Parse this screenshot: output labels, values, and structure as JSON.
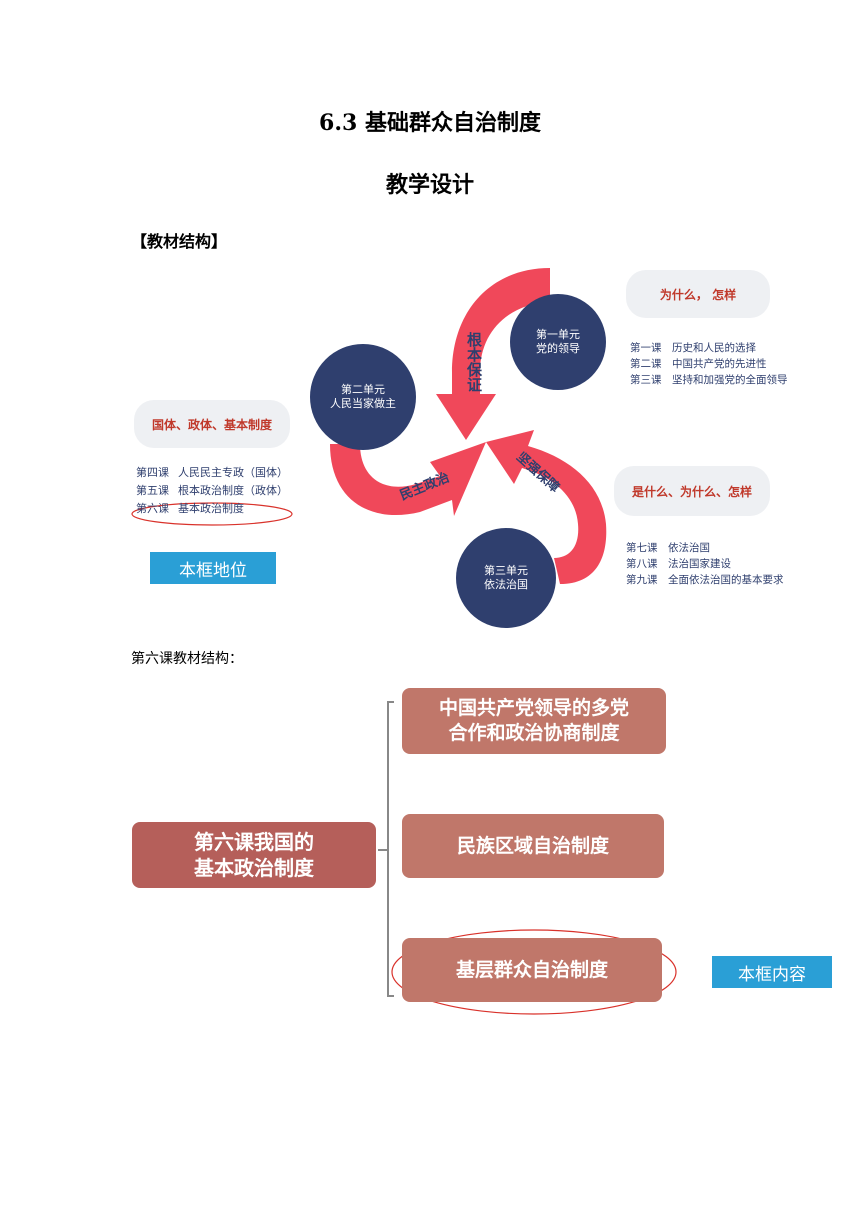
{
  "document": {
    "title": "6.3 基础群众自治制度",
    "subtitle": "教学设计",
    "section_label": "【教材结构】",
    "caption": "第六课教材结构："
  },
  "structure_diagram": {
    "units": [
      {
        "line1": "第一单元",
        "line2": "党的领导"
      },
      {
        "line1": "第二单元",
        "line2": "人民当家做主"
      },
      {
        "line1": "第三单元",
        "line2": "依法治国"
      }
    ],
    "arrows": [
      "根本保证",
      "坚强保障",
      "民主政治"
    ],
    "pills": [
      "为什么， 怎样",
      "国体、政体、基本制度",
      "是什么、为什么、怎样"
    ],
    "unit1_lessons": [
      {
        "code": "第一课",
        "name": "历史和人民的选择"
      },
      {
        "code": "第二课",
        "name": "中国共产党的先进性"
      },
      {
        "code": "第三课",
        "name": "坚持和加强党的全面领导"
      }
    ],
    "unit2_lessons": [
      {
        "code": "第四课",
        "name": "人民民主专政（国体）"
      },
      {
        "code": "第五课",
        "name": "根本政治制度（政体）"
      },
      {
        "code": "第六课",
        "name": "基本政治制度"
      }
    ],
    "unit3_lessons": [
      {
        "code": "第七课",
        "name": "依法治国"
      },
      {
        "code": "第八课",
        "name": "法治国家建设"
      },
      {
        "code": "第九课",
        "name": "全面依法治国的基本要求"
      }
    ],
    "position_label": "本框地位"
  },
  "lesson_tree": {
    "root_line1": "第六课我国的",
    "root_line2": "基本政治制度",
    "child1_line1": "中国共产党领导的多党",
    "child1_line2": "合作和政治协商制度",
    "child2": "民族区域自治制度",
    "child3": "基层群众自治制度",
    "content_label": "本框内容"
  }
}
